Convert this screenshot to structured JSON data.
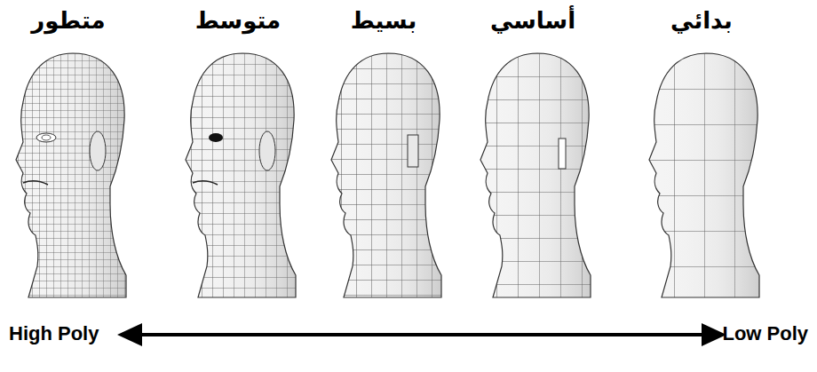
{
  "diagram": {
    "labels": [
      "متطور",
      "متوسط",
      "بسيط",
      "أساسي",
      "بدائي",
      "High Poly",
      "Low Poly"
    ]
  }
}
